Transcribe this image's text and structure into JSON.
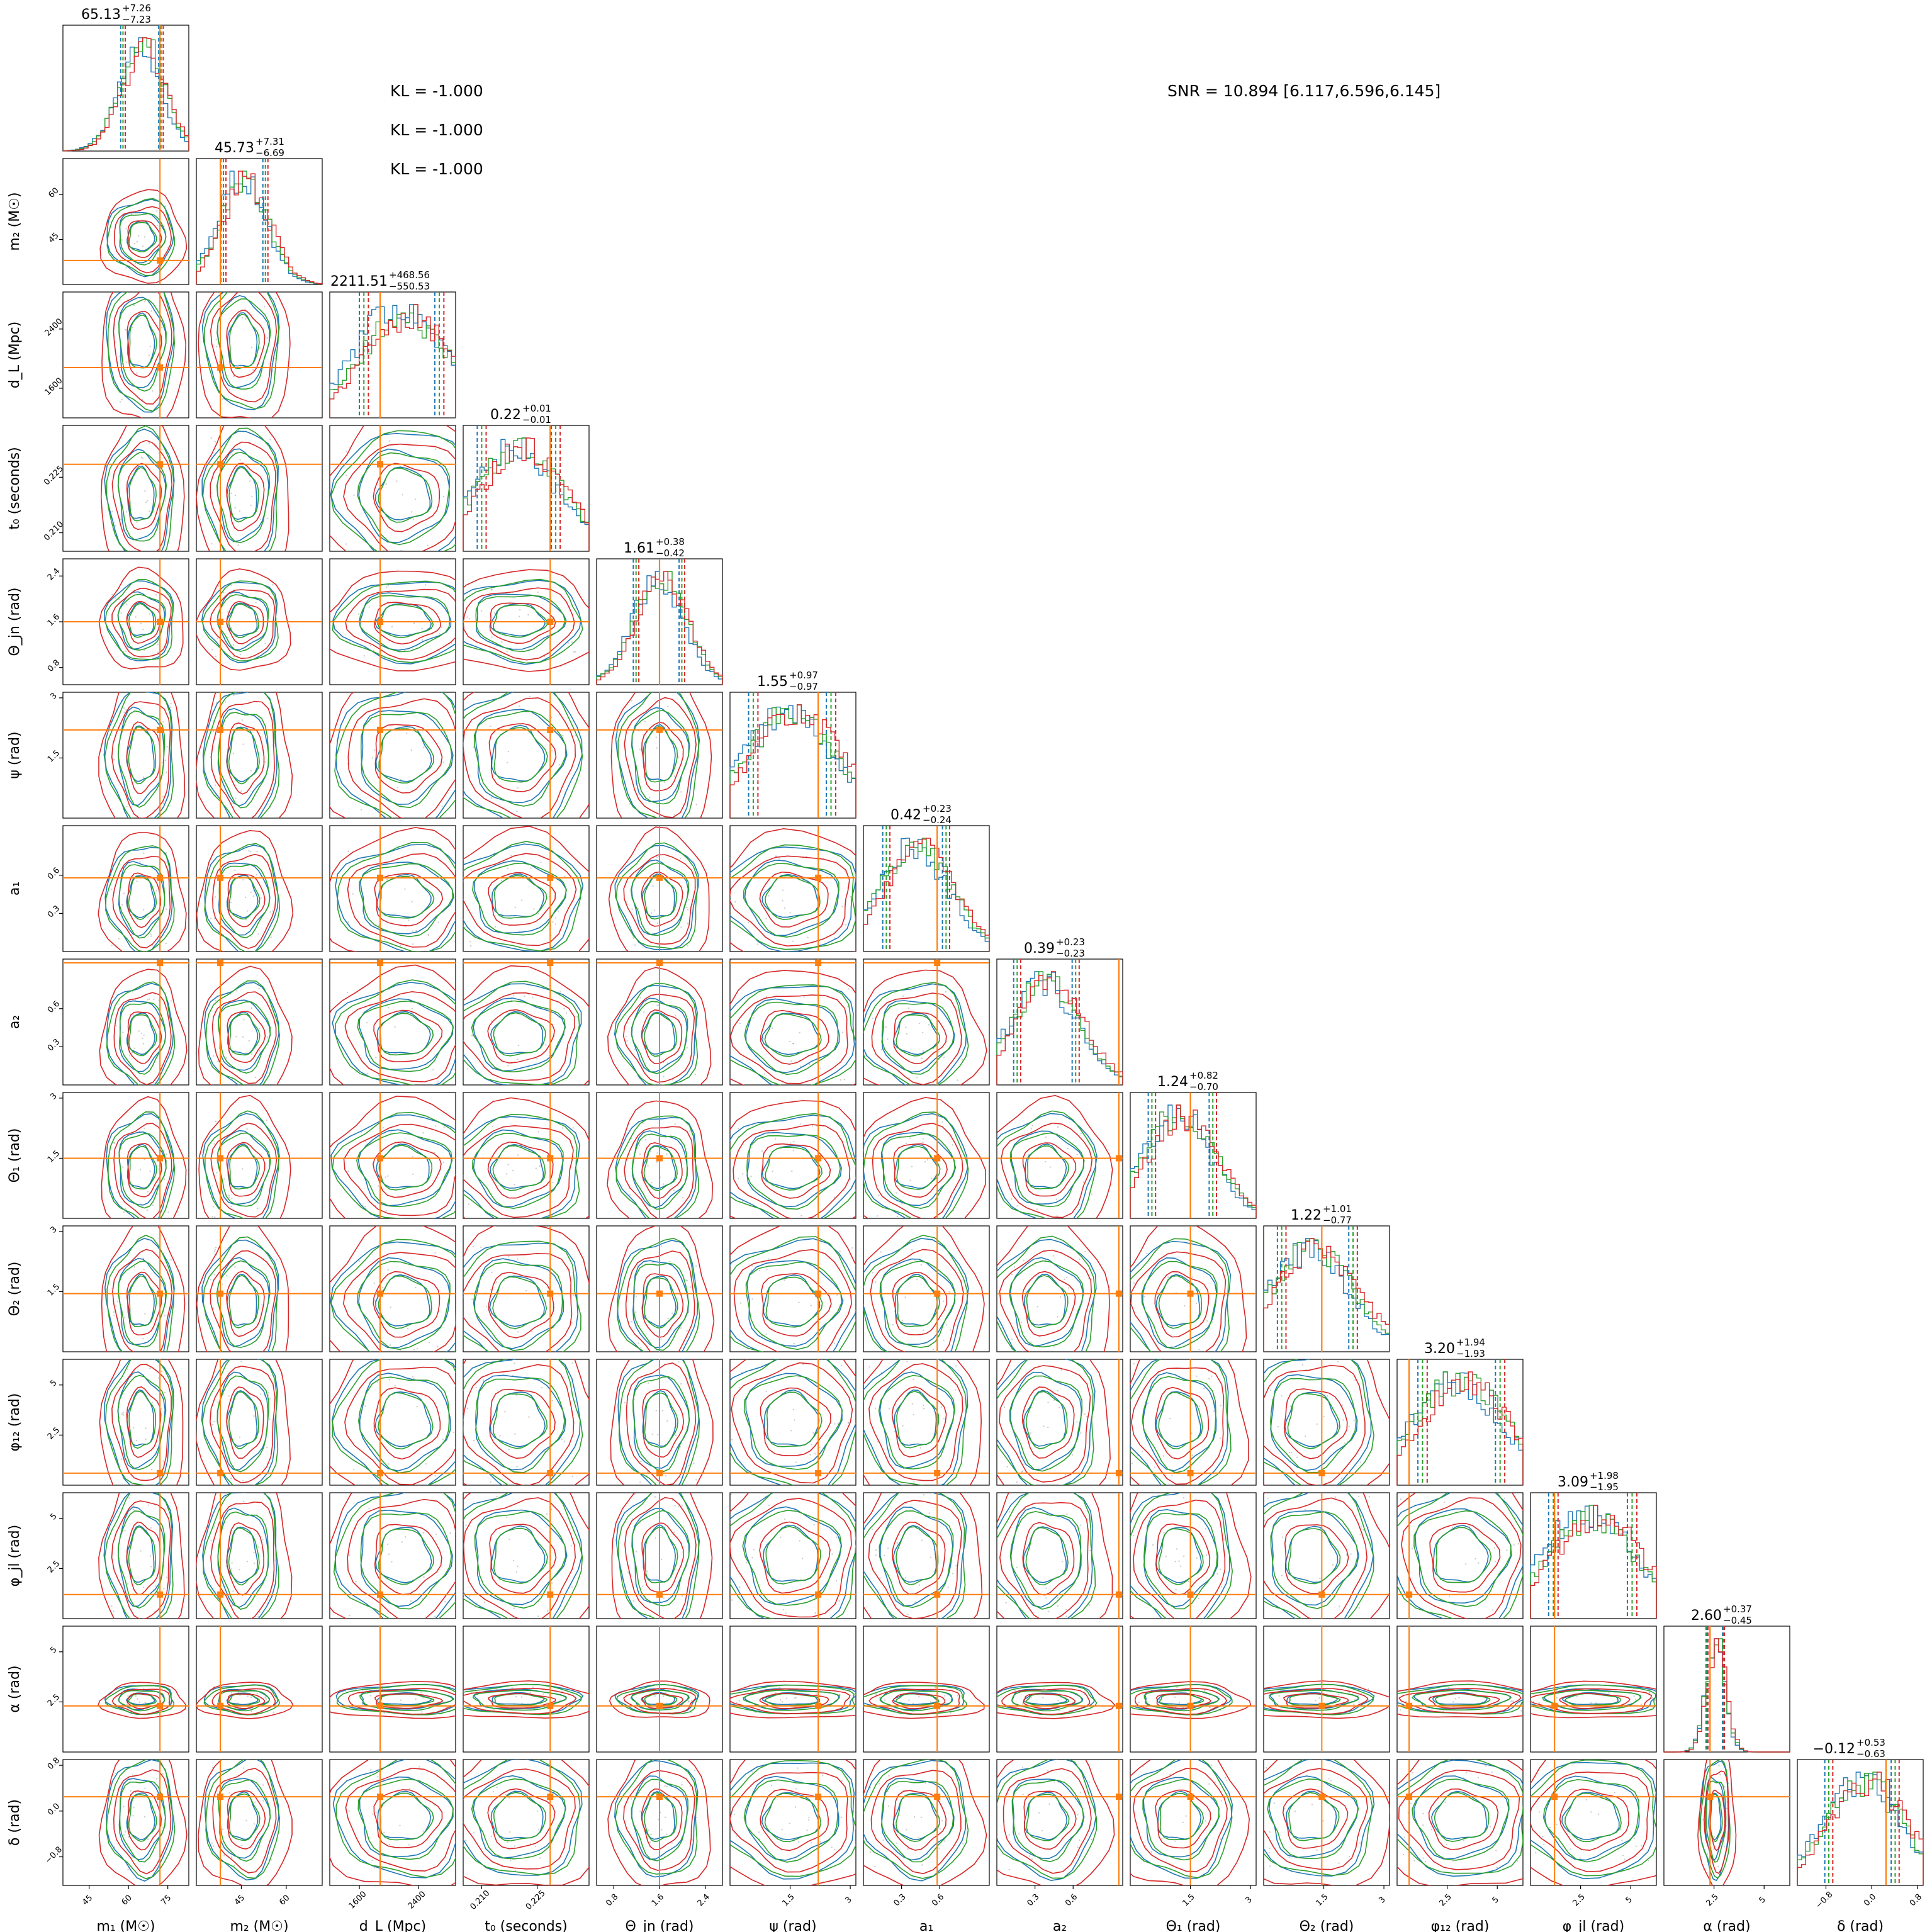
{
  "chart_data": {
    "type": "corner",
    "title": "",
    "params": [
      {
        "key": "m1",
        "label": "m₁ (M☉)",
        "range": [
          35,
          83
        ],
        "ticks": [
          45,
          60,
          75
        ],
        "truth": 72,
        "median": 65.13,
        "plus": 7.26,
        "minus": 7.23,
        "summary": "65.13",
        "sup": "+7.26",
        "sub": "−7.23"
      },
      {
        "key": "m2",
        "label": "m₂ (M☉)",
        "range": [
          30,
          72
        ],
        "ticks": [
          45,
          60
        ],
        "truth": 38,
        "median": 45.73,
        "plus": 7.31,
        "minus": 6.69,
        "summary": "45.73",
        "sup": "+7.31",
        "sub": "−6.69"
      },
      {
        "key": "dL",
        "label": "d_L (Mpc)",
        "range": [
          1200,
          2900
        ],
        "ticks": [
          1600,
          2400
        ],
        "truth": 1880,
        "median": 2211.51,
        "plus": 468.56,
        "minus": 550.53,
        "summary": "2211.51",
        "sup": "+468.56",
        "sub": "−550.53"
      },
      {
        "key": "t0",
        "label": "t₀ (seconds)",
        "range": [
          0.205,
          0.239
        ],
        "ticks": [
          0.21,
          0.225
        ],
        "tick_labels": [
          "0.210",
          "0.225"
        ],
        "truth": 0.2285,
        "median": 0.22,
        "plus": 0.01,
        "minus": 0.01,
        "summary": "0.22",
        "sup": "+0.01",
        "sub": "−0.01"
      },
      {
        "key": "thetajn",
        "label": "Θ_jn (rad)",
        "range": [
          0.5,
          2.7
        ],
        "ticks": [
          0.8,
          1.6,
          2.4
        ],
        "truth": 1.6,
        "median": 1.61,
        "plus": 0.38,
        "minus": 0.42,
        "summary": "1.61",
        "sup": "+0.38",
        "sub": "−0.42"
      },
      {
        "key": "psi",
        "label": "ψ (rad)",
        "range": [
          0.0,
          3.14
        ],
        "ticks": [
          1.5,
          3.0
        ],
        "truth": 2.2,
        "median": 1.55,
        "plus": 0.97,
        "minus": 0.97,
        "summary": "1.55",
        "sup": "+0.97",
        "sub": "−0.97"
      },
      {
        "key": "a1",
        "label": "a₁",
        "range": [
          0.0,
          0.99
        ],
        "ticks": [
          0.3,
          0.6
        ],
        "truth": 0.58,
        "median": 0.42,
        "plus": 0.23,
        "minus": 0.24,
        "summary": "0.42",
        "sup": "+0.23",
        "sub": "−0.24"
      },
      {
        "key": "a2",
        "label": "a₂",
        "range": [
          0.0,
          0.99
        ],
        "ticks": [
          0.3,
          0.6
        ],
        "truth": 0.96,
        "median": 0.39,
        "plus": 0.23,
        "minus": 0.23,
        "summary": "0.39",
        "sup": "+0.23",
        "sub": "−0.23"
      },
      {
        "key": "theta1",
        "label": "Θ₁ (rad)",
        "range": [
          0.0,
          3.14
        ],
        "ticks": [
          1.5,
          3.0
        ],
        "truth": 1.5,
        "median": 1.24,
        "plus": 0.82,
        "minus": 0.7,
        "summary": "1.24",
        "sup": "+0.82",
        "sub": "−0.70"
      },
      {
        "key": "theta2",
        "label": "Θ₂ (rad)",
        "range": [
          0.0,
          3.14
        ],
        "ticks": [
          1.5,
          3.0
        ],
        "truth": 1.45,
        "median": 1.22,
        "plus": 1.01,
        "minus": 0.77,
        "summary": "1.22",
        "sup": "+1.01",
        "sub": "−0.77"
      },
      {
        "key": "phi12",
        "label": "φ₁₂ (rad)",
        "range": [
          0.0,
          6.28
        ],
        "ticks": [
          2.5,
          5.0
        ],
        "truth": 0.6,
        "median": 3.2,
        "plus": 1.94,
        "minus": 1.93,
        "summary": "3.20",
        "sup": "+1.94",
        "sub": "−1.93"
      },
      {
        "key": "phijl",
        "label": "φ_jl (rad)",
        "range": [
          0.0,
          6.28
        ],
        "ticks": [
          2.5,
          5.0
        ],
        "truth": 1.2,
        "median": 3.09,
        "plus": 1.98,
        "minus": 1.95,
        "summary": "3.09",
        "sup": "+1.98",
        "sub": "−1.95"
      },
      {
        "key": "alpha",
        "label": "α (rad)",
        "range": [
          0.0,
          6.28
        ],
        "ticks": [
          2.5,
          5.0
        ],
        "truth": 2.3,
        "median": 2.6,
        "plus": 0.37,
        "minus": 0.45,
        "summary": "2.60",
        "sup": "+0.37",
        "sub": "−0.45"
      },
      {
        "key": "delta",
        "label": "δ (rad)",
        "range": [
          -1.3,
          0.9
        ],
        "ticks": [
          -0.8,
          0.0,
          0.8
        ],
        "tick_labels": [
          "−0.8",
          "0.0",
          "0.8"
        ],
        "truth": 0.25,
        "median": -0.12,
        "plus": 0.53,
        "minus": 0.63,
        "summary": "−0.12",
        "sup": "+0.53",
        "sub": "−0.63"
      }
    ],
    "series": [
      {
        "color": "#1f77b4"
      },
      {
        "color": "#2ca02c"
      },
      {
        "color": "#d62728"
      }
    ],
    "truth_color": "#ff7f0e",
    "grid": false,
    "legend": "none"
  },
  "annotations": {
    "kl": [
      "KL = -1.000",
      "KL = -1.000",
      "KL = -1.000"
    ],
    "snr": "SNR = 10.894 [6.117,6.596,6.145]"
  }
}
